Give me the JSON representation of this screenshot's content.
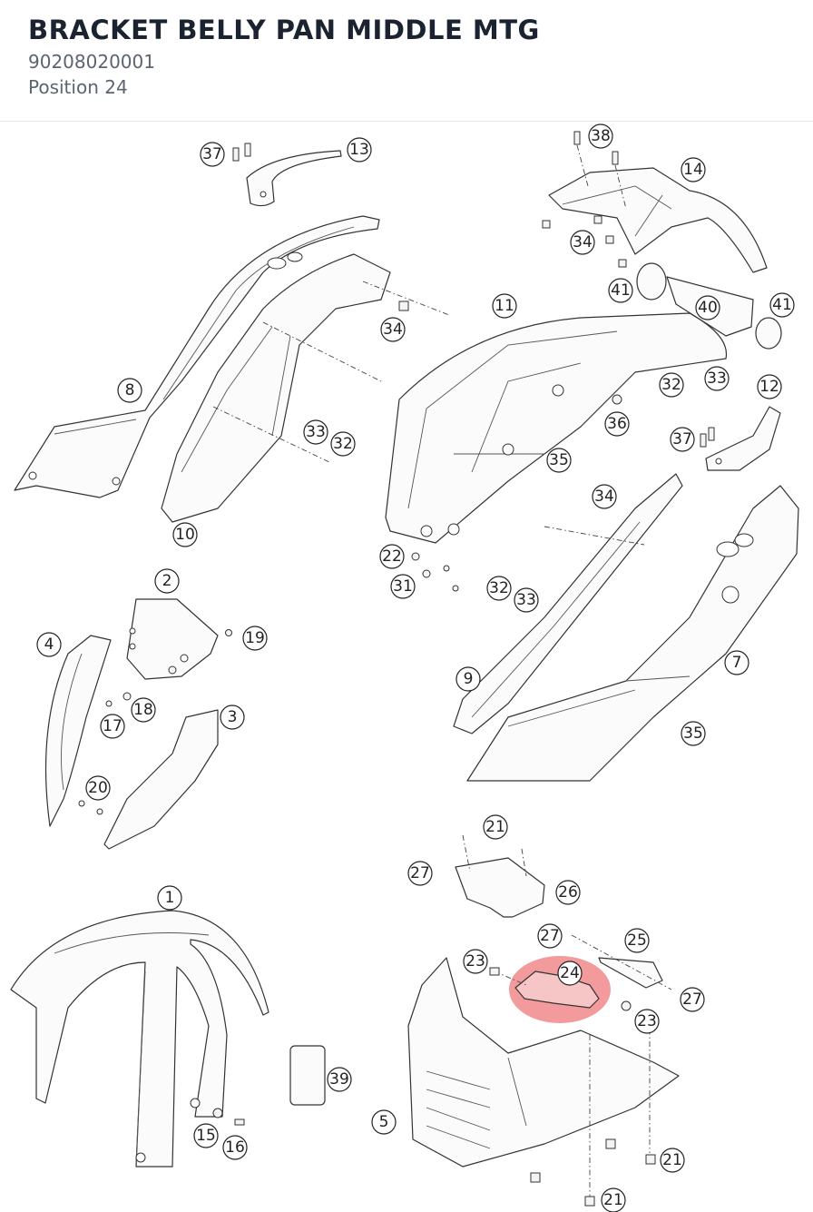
{
  "header": {
    "title": "BRACKET BELLY PAN MIDDLE MTG",
    "part_number": "90208020001",
    "position": "Position 24"
  },
  "colors": {
    "title": "#1b2330",
    "subtitle": "#5b6470",
    "highlight": "#e8474a"
  },
  "diagram": {
    "highlighted_callout": "24",
    "callouts": {
      "c1": "1",
      "c2": "2",
      "c3": "3",
      "c4": "4",
      "c5": "5",
      "c7": "7",
      "c8": "8",
      "c9": "9",
      "c10": "10",
      "c11": "11",
      "c12": "12",
      "c13": "13",
      "c14": "14",
      "c15": "15",
      "c16": "16",
      "c17": "17",
      "c18": "18",
      "c19": "19",
      "c20": "20",
      "c21a": "21",
      "c21b": "21",
      "c21c": "21",
      "c22": "22",
      "c23a": "23",
      "c23b": "23",
      "c24": "24",
      "c25": "25",
      "c26": "26",
      "c27a": "27",
      "c27b": "27",
      "c27c": "27",
      "c31": "31",
      "c32a": "32",
      "c32b": "32",
      "c32c": "32",
      "c33a": "33",
      "c33b": "33",
      "c33c": "33",
      "c34a": "34",
      "c34b": "34",
      "c34c": "34",
      "c35a": "35",
      "c35b": "35",
      "c36": "36",
      "c37a": "37",
      "c37b": "37",
      "c38": "38",
      "c39": "39",
      "c40": "40",
      "c41a": "41",
      "c41b": "41"
    }
  }
}
